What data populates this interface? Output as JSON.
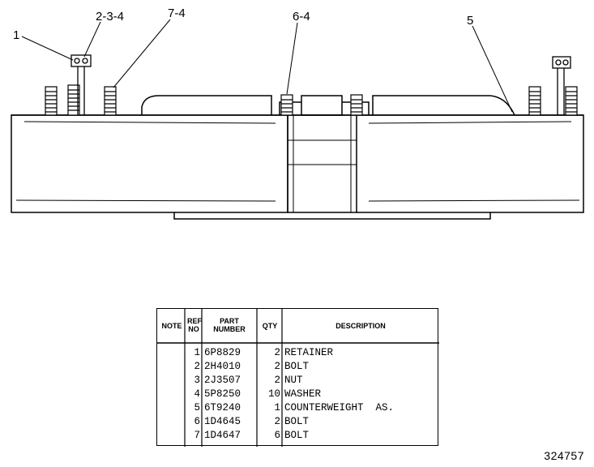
{
  "callouts": {
    "c1": "1",
    "c234": "2-3-4",
    "c74": "7-4",
    "c64": "6-4",
    "c5": "5"
  },
  "table": {
    "headers": {
      "note": "NOTE",
      "ref_no": "REF NO",
      "part_number": "PART NUMBER",
      "qty": "QTY",
      "description": "DESCRIPTION"
    },
    "rows": [
      {
        "ref": "1",
        "part": "6P8829",
        "qty": "2",
        "desc": "RETAINER"
      },
      {
        "ref": "2",
        "part": "2H4010",
        "qty": "2",
        "desc": "BOLT"
      },
      {
        "ref": "3",
        "part": "2J3507",
        "qty": "2",
        "desc": "NUT"
      },
      {
        "ref": "4",
        "part": "5P8250",
        "qty": "10",
        "desc": "WASHER"
      },
      {
        "ref": "5",
        "part": "6T9240",
        "qty": "1",
        "desc": "COUNTERWEIGHT  AS."
      },
      {
        "ref": "6",
        "part": "1D4645",
        "qty": "2",
        "desc": "BOLT"
      },
      {
        "ref": "7",
        "part": "1D4647",
        "qty": "6",
        "desc": "BOLT"
      }
    ]
  },
  "drawing_number": "324757"
}
